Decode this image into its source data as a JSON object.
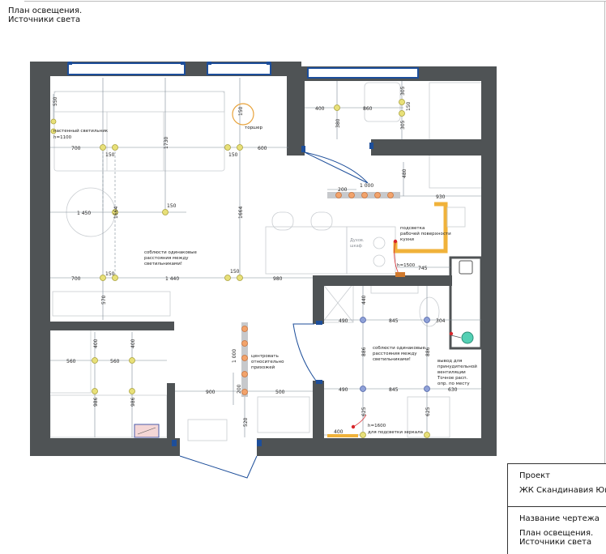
{
  "title": {
    "line1": "План освещения.",
    "line2": "Источники света"
  },
  "stamp": {
    "project_label": "Проект",
    "project_name": "ЖК Скандинавия Юг",
    "drawing_label": "Название чертежа",
    "drawing_name_1": "План освещения.",
    "drawing_name_2": "Источники света"
  },
  "notes": {
    "wall_lamp": "настенный светильник",
    "wall_lamp_h": "h=1100",
    "torchere": "торшер",
    "equal_1": "соблюсти одинаковые",
    "equal_2": "расстояния между",
    "equal_3": "светильниками!",
    "hall_1": "центровать",
    "hall_2": "относительно",
    "hall_3": "прихожей",
    "kitchen_1": "подсветка",
    "kitchen_2": "рабочей поверхности",
    "kitchen_3": "кухни",
    "h1500": "h=1500",
    "vent_1": "вывод для",
    "vent_2": "принудительной",
    "vent_3": "вентиляции",
    "vent_4": "Точное расп.",
    "vent_4b": "опр. по месту",
    "h1600": "h=1600",
    "mirror": "для подсветки зеркала",
    "pshk_1": "Духов.",
    "pshk_2": "шкаф"
  },
  "dims": {
    "d550": "550",
    "d700a": "700",
    "d150a": "150",
    "d1730": "1730",
    "d150b": "150",
    "d600": "600",
    "d150c": "150",
    "d1450": "1 450",
    "d1664a": "1664",
    "d1664b": "1664",
    "d700b": "700",
    "d150d": "150",
    "d1440": "1 440",
    "d150e": "150",
    "d980": "980",
    "d570": "570",
    "d400a": "400",
    "d860": "860",
    "d305a": "305",
    "d150f": "150",
    "d305b": "305",
    "d380": "380",
    "d1000a": "1 000",
    "d200a": "200",
    "d480": "480",
    "d930": "930",
    "d745": "745",
    "d440": "440",
    "d490a": "490",
    "d845a": "845",
    "d304": "304",
    "d886a": "886",
    "d886b": "886",
    "d490b": "490",
    "d845b": "845",
    "d630": "630",
    "d625a": "625",
    "d625b": "625",
    "d400b": "400",
    "d560a": "560",
    "d560b": "560",
    "d400c": "400",
    "d400d": "400",
    "d986a": "986",
    "d986b": "986",
    "d1000b": "1 000",
    "d200b": "200",
    "d900": "900",
    "d500": "500",
    "d520": "520"
  },
  "colors": {
    "wall": "#4f5355",
    "window": "#1d4e9a",
    "lamp": "#e8e079",
    "lamp_blue": "#8fa1d8",
    "led": "#f2a36b",
    "strip": "#f0b23a",
    "red": "#d8262b",
    "teal": "#54d0b4"
  }
}
